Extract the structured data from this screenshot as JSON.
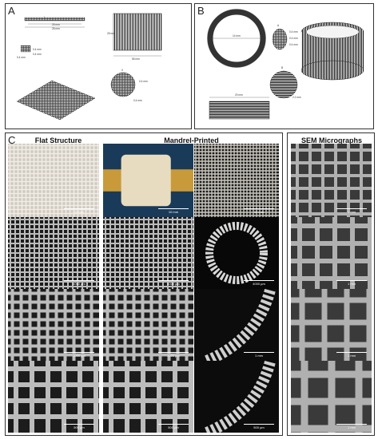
{
  "panel_a": {
    "label": "A",
    "dims": [
      "25 mm",
      "26 mm",
      "0.4 mm",
      "0.4 mm",
      "0.4 mm",
      "25 mm",
      "55 mm",
      "0.4 mm",
      "0.4 mm"
    ],
    "markers": [
      "I",
      "II"
    ]
  },
  "panel_b": {
    "label": "B",
    "dims": [
      "14 mm",
      "0.4 mm",
      "0.4 mm",
      "0.4 mm",
      "2.2 mm",
      "20 mm"
    ],
    "markers": [
      "A",
      "B"
    ]
  },
  "panel_c": {
    "label": "C",
    "headers": [
      "Flat Structure",
      "Mandrel-Printed",
      "SEM  Micrographs"
    ],
    "scalebars": [
      "10 mm",
      "10 mm",
      "10 mm",
      "4000 µm",
      "4000 µm",
      "4000 µm",
      "1000 µm",
      "1000 µm",
      "1 mm",
      "1000 µm",
      "1000 µm",
      "1 mm",
      "500 µm",
      "500 µm",
      "500 µm",
      "1 mm",
      "1 mm"
    ]
  }
}
